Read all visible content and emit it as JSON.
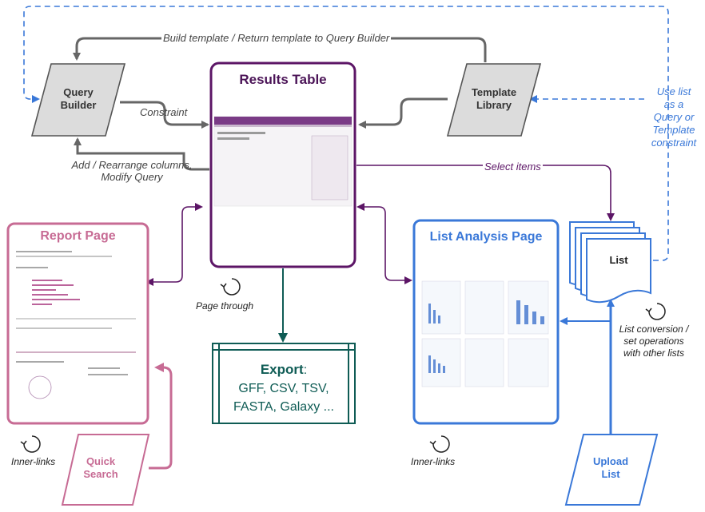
{
  "nodes": {
    "results_table": {
      "title": "Results Table"
    },
    "query_builder": {
      "line1": "Query",
      "line2": "Builder"
    },
    "template_library": {
      "line1": "Template",
      "line2": "Library"
    },
    "report_page": {
      "title": "Report Page"
    },
    "list_analysis_page": {
      "title": "List Analysis Page"
    },
    "list": {
      "label": "List"
    },
    "export": {
      "title": "Export",
      "colon": ":",
      "line1": "GFF, CSV, TSV,",
      "line2": "FASTA, Galaxy ..."
    },
    "quick_search": {
      "line1": "Quick",
      "line2": "Search"
    },
    "upload_list": {
      "line1": "Upload",
      "line2": "List"
    }
  },
  "edges": {
    "build_template": "Build template / Return template to Query Builder",
    "constraint": "Constraint",
    "add_rearrange_line1": "Add / Rearrange columns,",
    "add_rearrange_line2": "Modify Query",
    "select_items": "Select items",
    "use_list_line1": "Use list",
    "use_list_line2": "as a",
    "use_list_line3": "Query or",
    "use_list_line4": "Template",
    "use_list_line5": "constraint",
    "page_through": "Page through",
    "inner_links_report": "Inner-links",
    "inner_links_list": "Inner-links",
    "list_conversion_line1": "List conversion /",
    "list_conversion_line2": "set operations",
    "list_conversion_line3": "with other lists"
  },
  "colors": {
    "purple": "#5c1566",
    "gray": "#666666",
    "blue": "#3a78d8",
    "pink": "#c76b94",
    "teal": "#0f5c55",
    "dark_purple_title": "#4b1457"
  }
}
